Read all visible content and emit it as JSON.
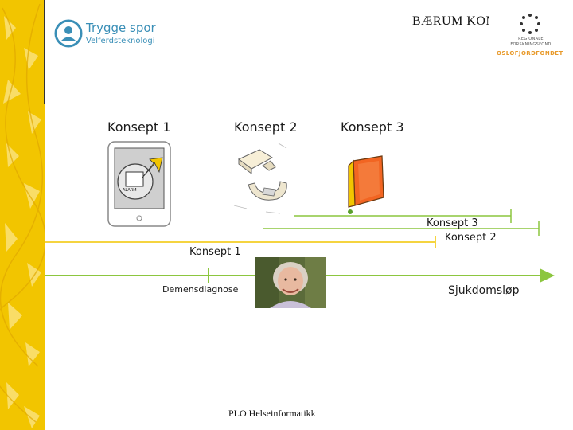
{
  "header": {
    "logo_title": "Trygge spor",
    "logo_subtitle": "Velferdsteknologi",
    "kommune_text": "BÆRUM KOMMUNE",
    "fund_line1": "REGIONALE",
    "fund_line2": "FORSKNINGSFOND",
    "fund_name": "OSLOFJORDFONDET"
  },
  "concepts": [
    {
      "title": "Konsept 1"
    },
    {
      "title": "Konsept 2"
    },
    {
      "title": "Konsept 3"
    }
  ],
  "device_sticker_text": "ALARM",
  "timeline": {
    "konsept3_label": "Konsept 3",
    "konsept2_label": "Konsept 2",
    "konsept1_label": "Konsept 1",
    "start_label": "Demensdiagnose",
    "end_label": "Sjukdomsløp"
  },
  "colors": {
    "yellow": "#f2c500",
    "green": "#8cc63f",
    "orange": "#f26522",
    "logo_blue": "#3a8fb7"
  },
  "footer": "PLO Helseinformatikk"
}
